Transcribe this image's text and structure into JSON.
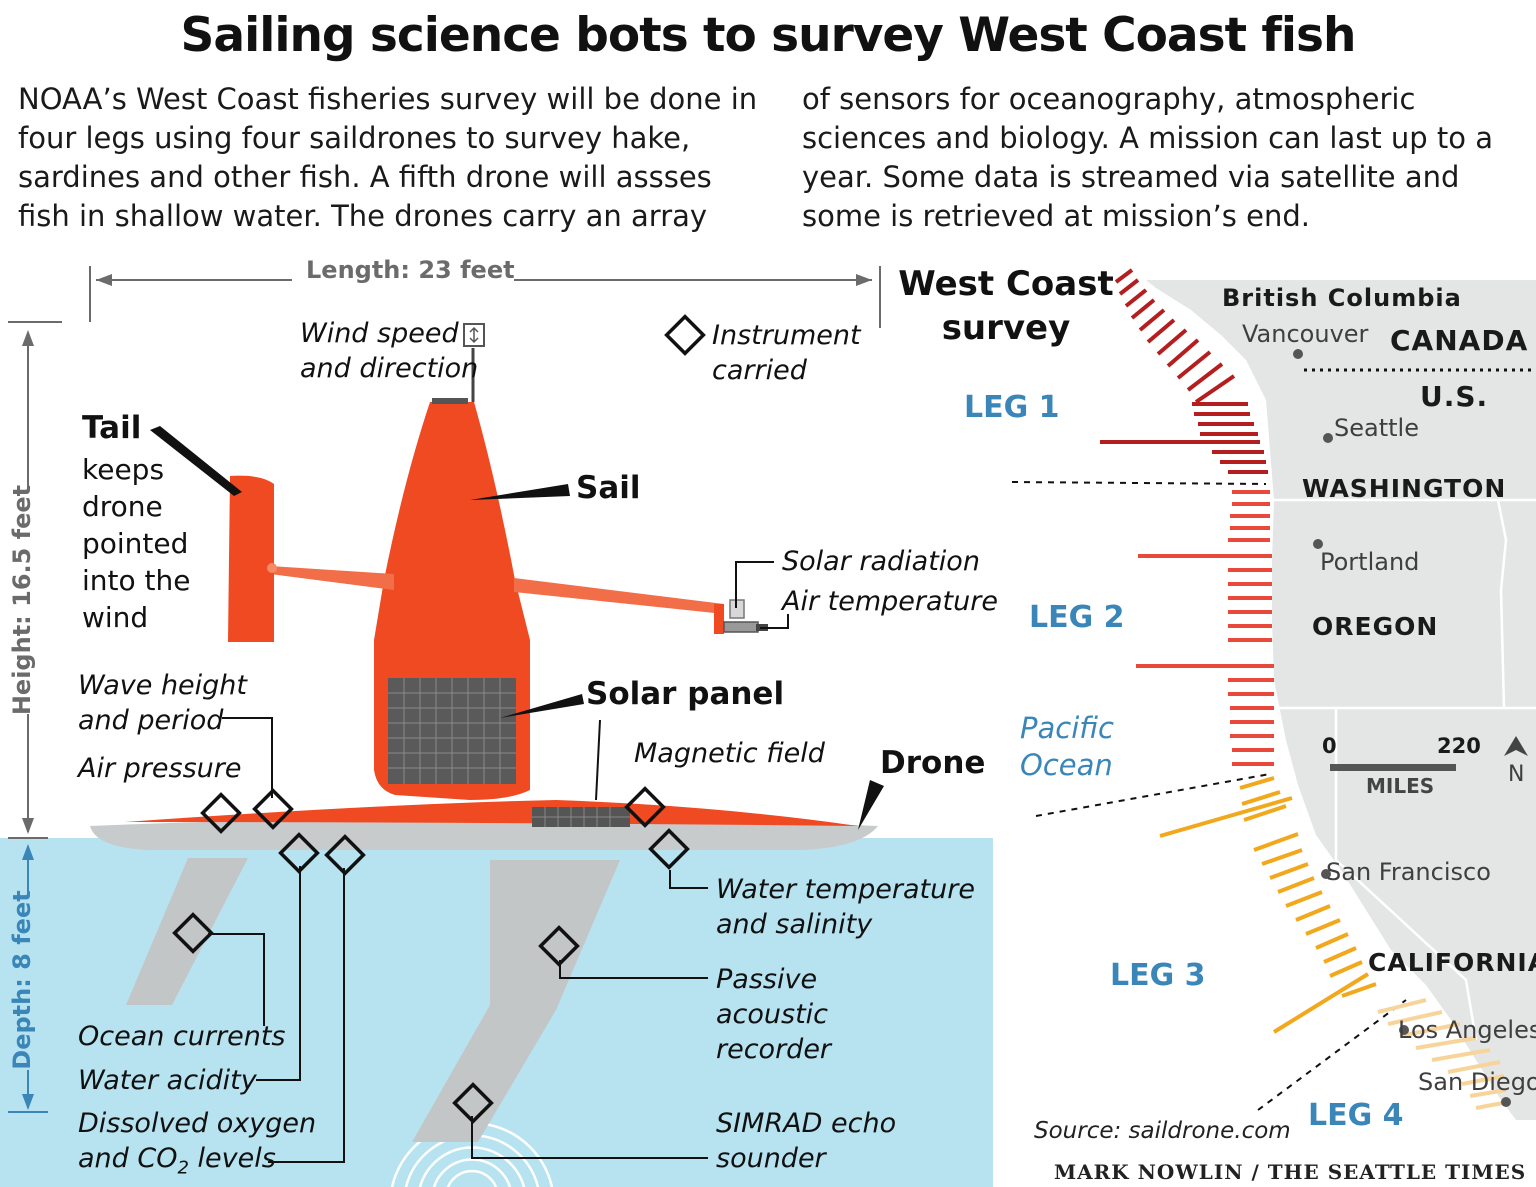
{
  "title": "Sailing science bots to survey West Coast fish",
  "intro": {
    "col1": "NOAA’s West Coast fisheries survey will be done in four legs using four saildrones to survey hake, sardines and other fish. A fifth drone will assses fish in shallow water. The drones carry an array",
    "col2": "of sensors for oceanography, atmospheric sciences and biology. A mission can last up to a year. Some data is streamed via satellite and some is retrieved at mission’s end."
  },
  "diagram": {
    "length": "Length: 23 feet",
    "height": "Height: 16.5 feet",
    "depth": "Depth: 8 feet",
    "legend": "Instrument carried",
    "tail_title": "Tail",
    "tail_desc": "keeps drone pointed into the wind",
    "sail": "Sail",
    "solar_panel": "Solar panel",
    "drone": "Drone",
    "wind": "Wind speed and direction",
    "solar_radiation": "Solar radiation",
    "air_temperature": "Air temperature",
    "wave": "Wave height and period",
    "air_pressure": "Air pressure",
    "magnetic": "Magnetic field",
    "water_temp": "Water temperature and salinity",
    "passive": "Passive acoustic recorder",
    "ocean_currents": "Ocean currents",
    "water_acidity": "Water acidity",
    "oxygen": "Dissolved oxygen and CO",
    "oxygen_sub": "2",
    "oxygen_end": " levels",
    "simrad": "SIMRAD echo sounder"
  },
  "map": {
    "title": "West Coast survey",
    "legs": [
      "LEG 1",
      "LEG 2",
      "LEG 3",
      "LEG 4"
    ],
    "ocean": "Pacific Ocean",
    "regions": {
      "bc": "British Columbia",
      "canada": "CANADA",
      "us": "U.S.",
      "washington": "WASHINGTON",
      "oregon": "OREGON",
      "california": "CALIFORNIA"
    },
    "cities": [
      "Vancouver",
      "Seattle",
      "Portland",
      "San Francisco",
      "Los Angeles",
      "San Diego"
    ],
    "scale": {
      "min": "0",
      "max": "220",
      "unit": "MILES"
    },
    "north": "N",
    "colors": {
      "leg1": "#b51e1e",
      "leg2": "#e8493a",
      "leg3": "#f2a81d",
      "leg4": "#f7d49a",
      "land": "#e4e5e5",
      "water": "#b7e3f0",
      "drone": "#f04a22"
    }
  },
  "source": "Source: saildrone.com",
  "credit": "MARK NOWLIN / THE SEATTLE TIMES"
}
